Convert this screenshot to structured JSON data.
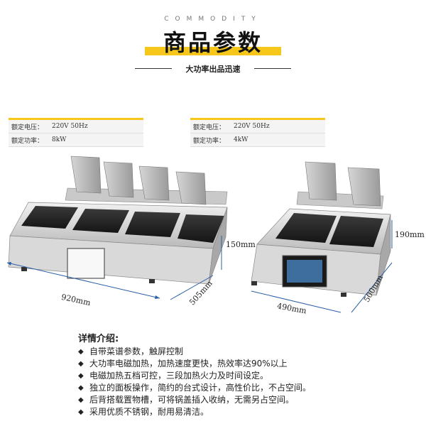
{
  "header": {
    "overline": "COMMODITY",
    "title": "商品参数",
    "subtitle": "大功率出品迅速"
  },
  "specs_left": {
    "rows": [
      {
        "label": "额定电压：",
        "value": "220V 50Hz"
      },
      {
        "label": "额定功率：",
        "value": "8kW"
      }
    ]
  },
  "specs_right": {
    "rows": [
      {
        "label": "额定电压：",
        "value": "220V 50Hz"
      },
      {
        "label": "额定功率：",
        "value": "4kW"
      }
    ]
  },
  "dims_left": {
    "width": "920mm",
    "depth": "505mm",
    "height": "150mm"
  },
  "dims_right": {
    "width": "490mm",
    "depth": "500mm",
    "height": "190mm"
  },
  "details": {
    "title": "详情介绍:",
    "items": [
      "自带菜谱参数，触屏控制",
      "大功率电磁加热，加热速度更快，热效率达90%以上",
      "电磁加热五档可控，三段加热火力及时间设定。",
      "独立的面板操作，简约的台式设计，高性价比，不占空间。",
      "后背搭载置物槽，可将锅盖插入收纳，无需另占空间。",
      "采用优质不锈钢，耐用易清洁。"
    ]
  },
  "colors": {
    "accent": "#f6c71a",
    "dimension_line": "#2b5fa6"
  }
}
